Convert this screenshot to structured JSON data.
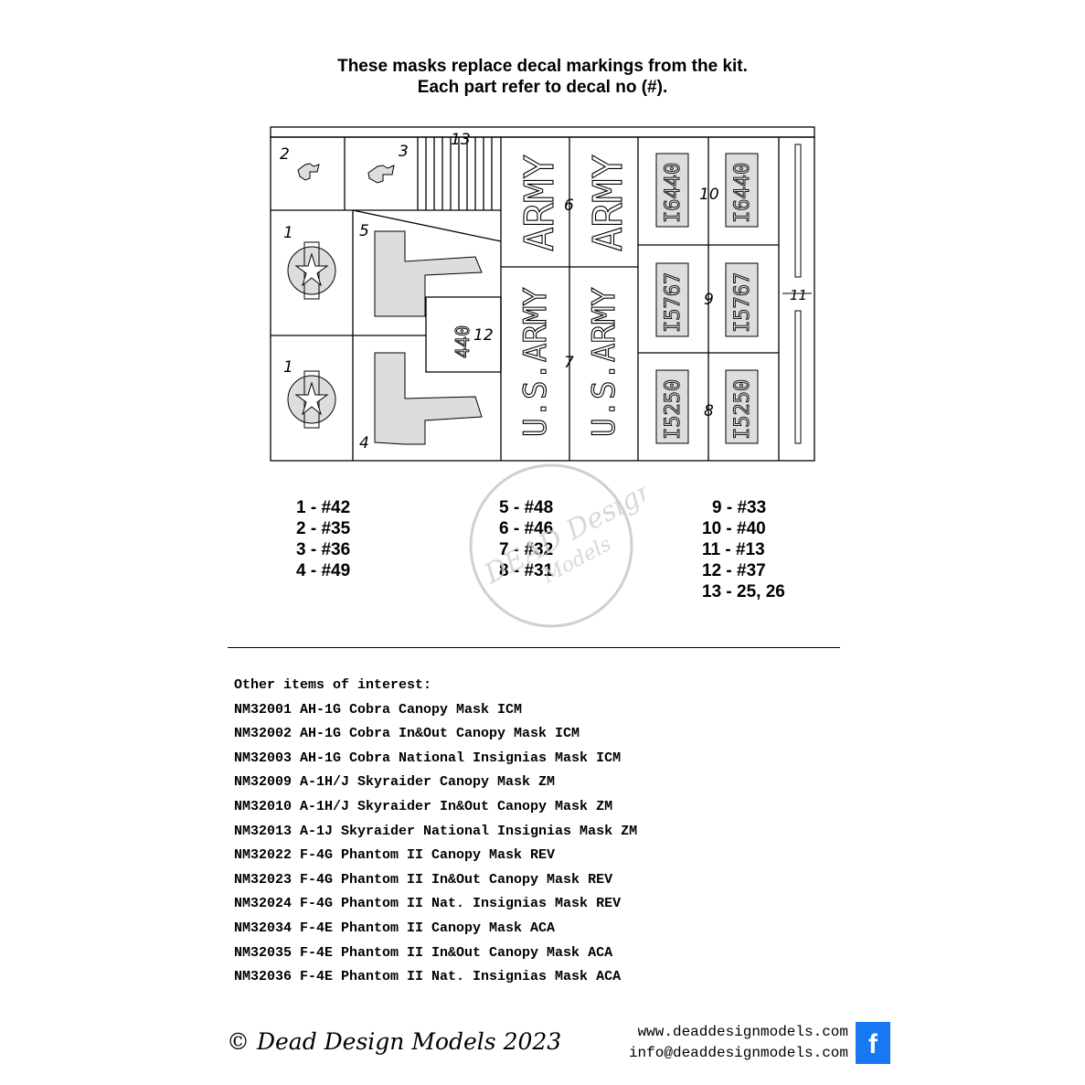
{
  "header": {
    "line1": "These masks replace decal markings from the kit.",
    "line2": "Each part refer to decal no (#)."
  },
  "sheet": {
    "part_numbers": [
      "1",
      "2",
      "3",
      "4",
      "5",
      "6",
      "7",
      "8",
      "9",
      "10",
      "11",
      "12",
      "13"
    ],
    "army_label": "ARMY",
    "us_army_label": "U.S.ARMY",
    "serial_16440": "I6440",
    "serial_15767": "I5767",
    "serial_15250": "I5250",
    "tail_code": "440"
  },
  "legend": {
    "col1": [
      "1 - #42",
      "2 - #35",
      "3 - #36",
      "4 - #49"
    ],
    "col2": [
      "5 - #48",
      "6 - #46",
      "7 - #32",
      "8 - #31"
    ],
    "col3": [
      "9 - #33",
      "10 - #40",
      "11 - #13",
      "12 - #37",
      "13 - 25, 26"
    ]
  },
  "watermark": {
    "line1": "DEAD Design",
    "line2": "Models"
  },
  "other_items": {
    "heading": "Other items of interest:",
    "items": [
      "NM32001 AH-1G Cobra Canopy Mask ICM",
      "NM32002 AH-1G Cobra In&Out Canopy Mask ICM",
      "NM32003 AH-1G Cobra National Insignias Mask ICM",
      "NM32009 A-1H/J Skyraider Canopy Mask ZM",
      "NM32010 A-1H/J Skyraider In&Out Canopy Mask ZM",
      "NM32013 A-1J Skyraider National Insignias Mask ZM",
      "NM32022 F-4G Phantom II Canopy Mask REV",
      "NM32023 F-4G Phantom II In&Out Canopy Mask REV",
      "NM32024 F-4G Phantom II Nat. Insignias Mask REV",
      "NM32034 F-4E Phantom II Canopy Mask ACA",
      "NM32035 F-4E Phantom II In&Out Canopy Mask ACA",
      "NM32036 F-4E Phantom II Nat. Insignias Mask ACA"
    ]
  },
  "footer": {
    "copyright": "© Dead Design Models 2023",
    "website": "www.deaddesignmodels.com",
    "email": "info@deaddesignmodels.com",
    "facebook_glyph": "f"
  },
  "colors": {
    "mask_fill": "#dddddd",
    "facebook": "#1877f2"
  }
}
